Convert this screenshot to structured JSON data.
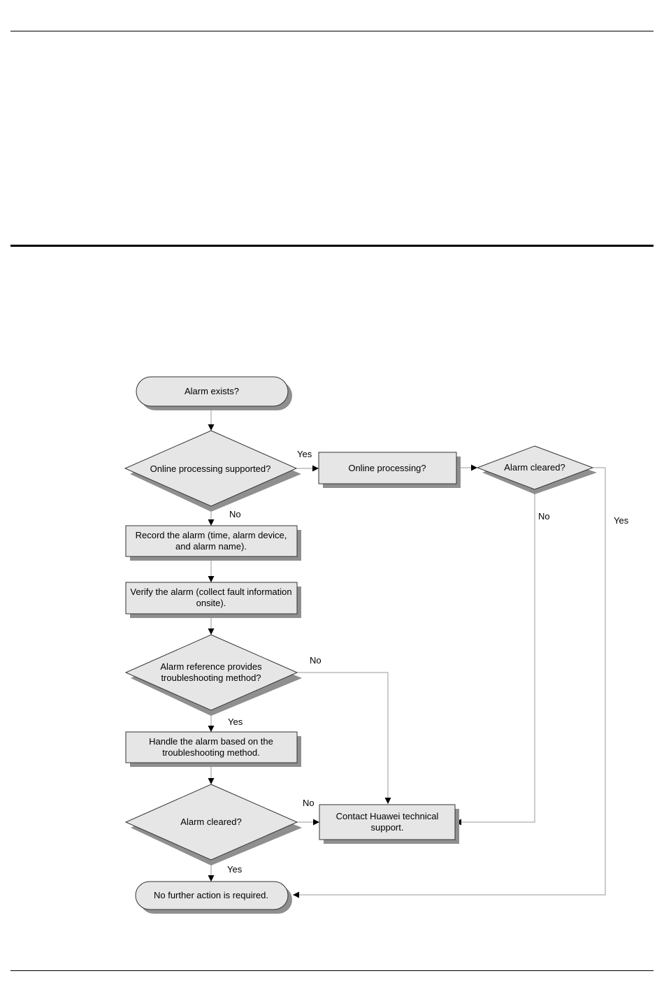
{
  "flowchart": {
    "nodes": {
      "start": [
        "Alarm exists?"
      ],
      "online_supported": [
        "Online processing supported?"
      ],
      "online_processing": [
        "Online processing?"
      ],
      "alarm_cleared_online": [
        "Alarm cleared?"
      ],
      "record_alarm": [
        "Record the alarm (time, alarm device,",
        "and alarm name)."
      ],
      "verify_alarm": [
        "Verify the alarm (collect fault information",
        "onsite)."
      ],
      "reference_method": [
        "Alarm reference provides",
        "troubleshooting method?"
      ],
      "handle_alarm": [
        "Handle the alarm based on the",
        "troubleshooting method."
      ],
      "alarm_cleared": [
        "Alarm cleared?"
      ],
      "contact_support": [
        "Contact Huawei technical",
        "support."
      ],
      "end": [
        "No further action is required."
      ]
    },
    "edge_labels": {
      "online_yes": "Yes",
      "online_no": "No",
      "cleared_online_no": "No",
      "cleared_online_yes": "Yes",
      "reference_no": "No",
      "reference_yes": "Yes",
      "cleared_no": "No",
      "cleared_yes": "Yes"
    }
  },
  "colors": {
    "node_fill": "#e6e6e6",
    "shadow": "#8f8f8f",
    "line": "#9a9a9a",
    "border": "#333333"
  }
}
